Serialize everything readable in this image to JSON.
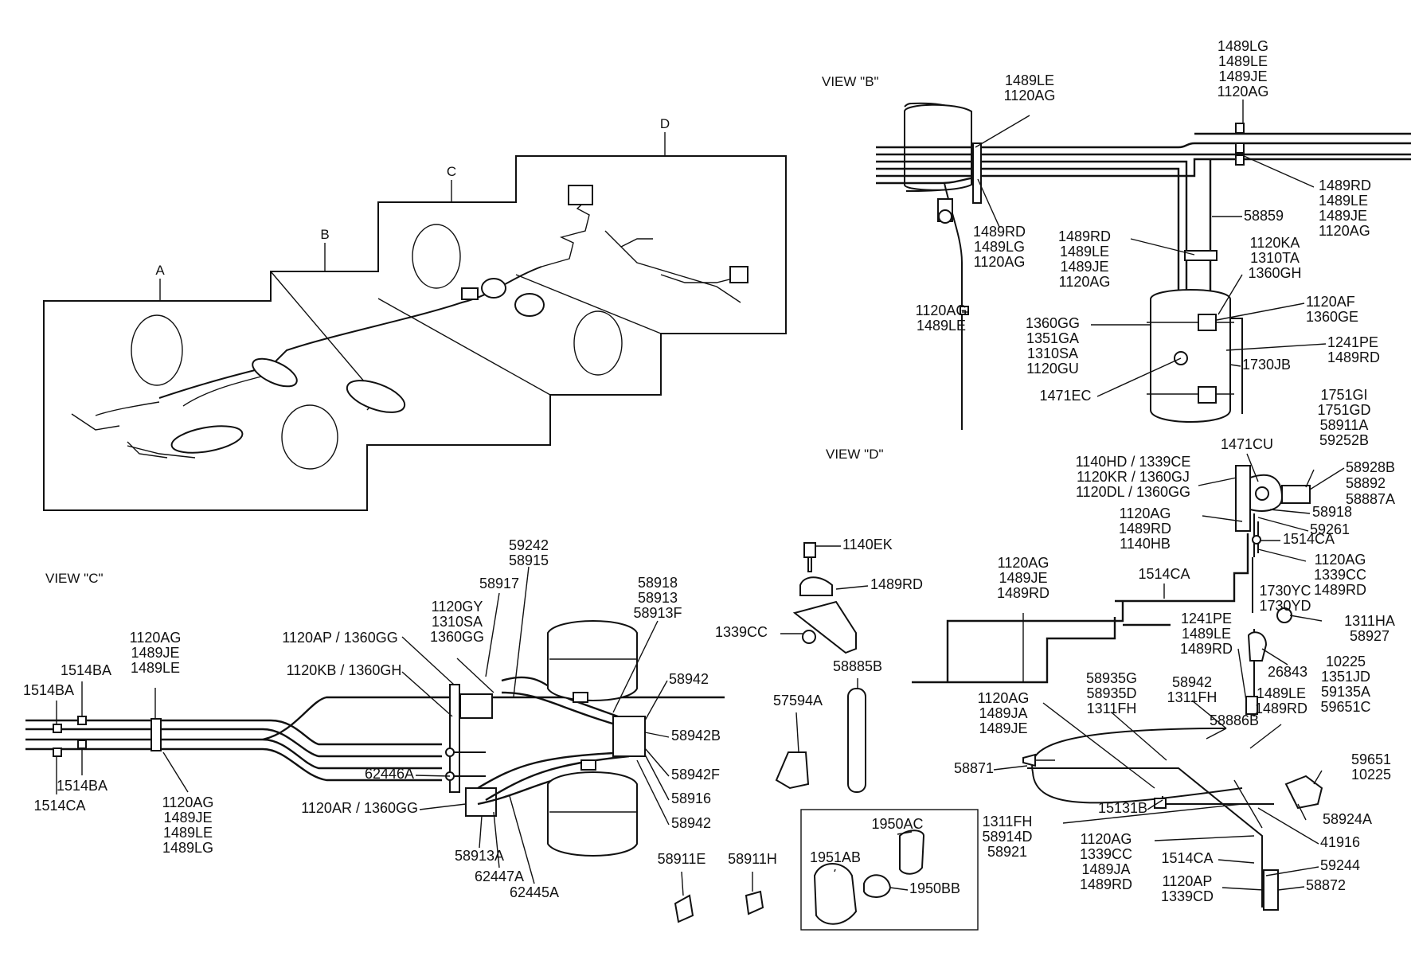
{
  "diagram": {
    "overview": {
      "sections": [
        "A",
        "B",
        "C",
        "D"
      ]
    },
    "views": {
      "b": {
        "title": "VIEW \"B\""
      },
      "c": {
        "title": "VIEW \"C\""
      },
      "d": {
        "title": "VIEW \"D\""
      }
    },
    "callouts": [
      [
        "1489LE",
        "1120AG"
      ],
      [
        "1489LG",
        "1489LE",
        "1489JE",
        "1120AG"
      ],
      [
        "1489RD",
        "1489LE",
        "1489JE",
        "1120AG"
      ],
      [
        "1489RD",
        "1489LG",
        "1120AG"
      ],
      [
        "58859"
      ],
      [
        "1489RD",
        "1489LE",
        "1489JE",
        "1120AG"
      ],
      [
        "1120KA",
        "1310TA",
        "1360GH"
      ],
      [
        "1120AF",
        "1360GE"
      ],
      [
        "1120AG",
        "1489LE"
      ],
      [
        "1360GG",
        "1351GA",
        "1310SA",
        "1120GU"
      ],
      [
        "1241PE",
        "1489RD"
      ],
      [
        "1730JB"
      ],
      [
        "1471EC"
      ],
      [
        "1751GI",
        "1751GD",
        "58911A",
        "59252B"
      ],
      [
        "1471CU"
      ],
      [
        "1140HD / 1339CE",
        "1120KR / 1360GJ",
        "1120DL / 1360GG"
      ],
      [
        "58928B",
        "58892",
        "58887A"
      ],
      [
        "58918"
      ],
      [
        "59261"
      ],
      [
        "1120AG",
        "1489RD",
        "1140HB"
      ],
      [
        "1514CA"
      ],
      [
        "1120AG",
        "1339CC",
        "1489RD"
      ],
      [
        "1120AG",
        "1489JE",
        "1489RD"
      ],
      [
        "1514CA"
      ],
      [
        "1730YC",
        "1730YD"
      ],
      [
        "1241PE",
        "1489LE",
        "1489RD"
      ],
      [
        "1311HA",
        "58927"
      ],
      [
        "26843"
      ],
      [
        "10225",
        "1351JD",
        "59135A",
        "59651C"
      ],
      [
        "58935G",
        "58935D",
        "1311FH"
      ],
      [
        "58942",
        "1311FH"
      ],
      [
        "1489LE",
        "1489RD"
      ],
      [
        "1120AG",
        "1489JA",
        "1489JE"
      ],
      [
        "58886B"
      ],
      [
        "58871"
      ],
      [
        "59651",
        "10225"
      ],
      [
        "15131B"
      ],
      [
        "58924A"
      ],
      [
        "1311FH",
        "58914D",
        "58921"
      ],
      [
        "41916"
      ],
      [
        "1120AG",
        "1339CC",
        "1489JA",
        "1489RD"
      ],
      [
        "1514CA"
      ],
      [
        "59244"
      ],
      [
        "1120AP",
        "1339CD"
      ],
      [
        "58872"
      ],
      [
        "1140EK"
      ],
      [
        "1489RD"
      ],
      [
        "1339CC"
      ],
      [
        "58885B"
      ],
      [
        "57594A"
      ],
      [
        "58911E"
      ],
      [
        "58911H"
      ],
      [
        "1950AC"
      ],
      [
        "1951AB"
      ],
      [
        "1950BB"
      ],
      [
        "59242",
        "58915"
      ],
      [
        "58917"
      ],
      [
        "1120GY",
        "1310SA",
        "1360GG"
      ],
      [
        "1120AP / 1360GG"
      ],
      [
        "1120KB / 1360GH"
      ],
      [
        "58918",
        "58913",
        "58913F"
      ],
      [
        "58942"
      ],
      [
        "58942B"
      ],
      [
        "58942F"
      ],
      [
        "58916"
      ],
      [
        "58942"
      ],
      [
        "62446A"
      ],
      [
        "1120AR / 1360GG"
      ],
      [
        "58913A"
      ],
      [
        "62447A"
      ],
      [
        "62445A"
      ],
      [
        "1120AG",
        "1489JE",
        "1489LE"
      ],
      [
        "1514BA"
      ],
      [
        "1514BA"
      ],
      [
        "1514BA"
      ],
      [
        "1514CA"
      ],
      [
        "1120AG",
        "1489JE",
        "1489LE",
        "1489LG"
      ]
    ]
  }
}
